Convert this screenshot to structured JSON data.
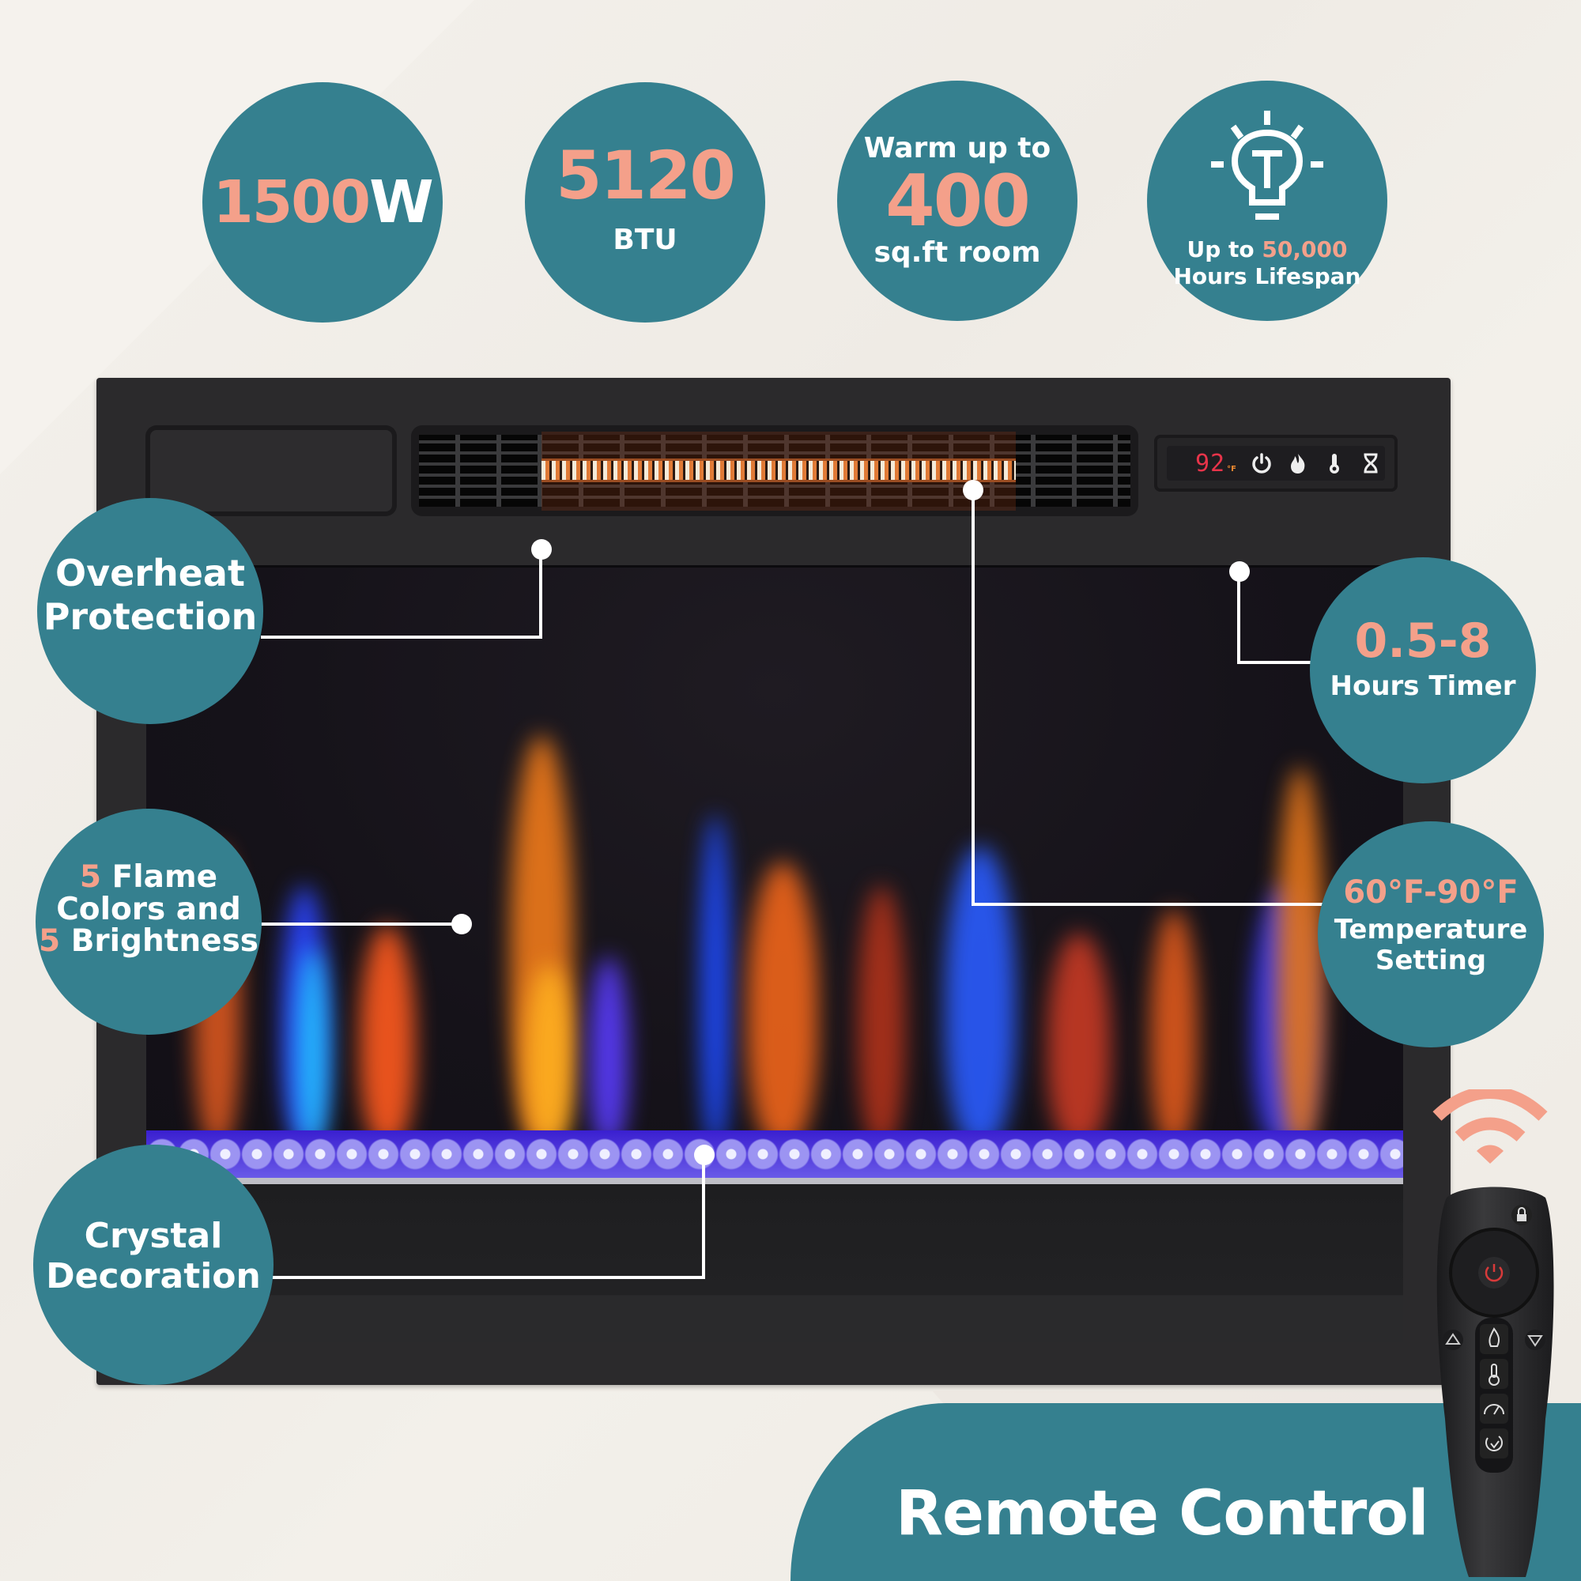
{
  "colors": {
    "teal": "#35808f",
    "salmon": "#f4a08a",
    "background": "#f1ede7",
    "frame": "#2b2a2c",
    "led_red": "#e8344a"
  },
  "specs": {
    "power": {
      "value": "1500",
      "unit": "W"
    },
    "btu": {
      "value": "5120",
      "unit": "BTU"
    },
    "room": {
      "prefix": "Warm up to",
      "value": "400",
      "suffix": "sq.ft room"
    },
    "lifespan": {
      "icon": "lightbulb-icon",
      "prefix": "Up to ",
      "value": "50,000",
      "suffix": "Hours Lifespan"
    }
  },
  "control_panel": {
    "display_temp": "92",
    "display_unit": "°F",
    "buttons": [
      "power-icon",
      "flame-icon",
      "thermometer-icon",
      "timer-icon"
    ]
  },
  "callouts": {
    "overheat": {
      "line1": "Overheat",
      "line2": "Protection"
    },
    "flame": {
      "num1": "5",
      "text1": " Flame",
      "line2": "Colors and",
      "num2": "5",
      "text2": " Brightness"
    },
    "crystal": {
      "line1": "Crystal",
      "line2": "Decoration"
    },
    "timer": {
      "value": "0.5-8",
      "label": "Hours Timer"
    },
    "temperature": {
      "value": "60°F-90°F",
      "line1": "Temperature",
      "line2": "Setting"
    }
  },
  "banner": {
    "title": "Remote Control"
  },
  "remote": {
    "buttons": [
      "lock-icon",
      "power-icon",
      "up-arrow-icon",
      "down-arrow-icon",
      "flame-icon",
      "heat-icon",
      "brightness-icon",
      "timer-icon"
    ]
  }
}
